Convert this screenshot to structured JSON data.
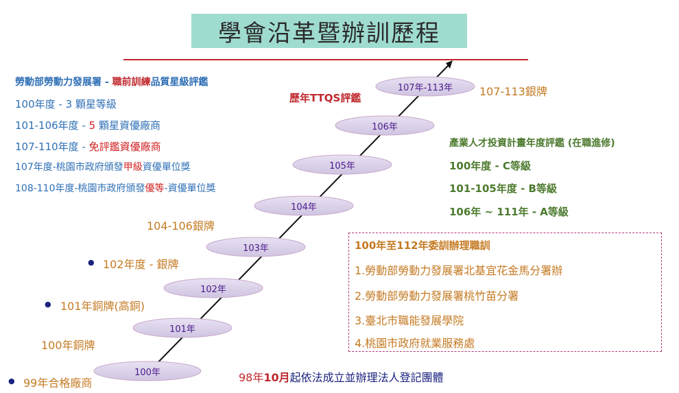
{
  "title": "學會沿革暨辦訓歷程",
  "ttqs_header": "歷年TTQS評鑑",
  "steps": [
    "100年",
    "101年",
    "102年",
    "103年",
    "104年",
    "105年",
    "106年",
    "107年-113年"
  ],
  "left_block": {
    "heading_a": "勞動部勞動力發展署 - ",
    "heading_b": "職前訓練",
    "heading_c": "品質星級評鑑",
    "lines": [
      {
        "a": "100年度 -  3 顆星等級",
        "b": "",
        "c": ""
      },
      {
        "a": "101-106年度 -  ",
        "b": "5",
        "c": " 顆星資優廠商"
      },
      {
        "a": "107-110年度 - ",
        "b": "免評鑑資優廠商",
        "c": ""
      },
      {
        "a": "107年度-桃園市政府頒發",
        "b": "甲級",
        "c": "資優單位獎"
      },
      {
        "a": "108-110年度-桃園市政府頒發",
        "b": "優等",
        "c": "-資優單位獎"
      }
    ]
  },
  "medals": {
    "m_104_106": "104-106銀牌",
    "m_102": "102年度 - 銀牌",
    "m_101": "101年銅牌(高銅)",
    "m_100": "100年銅牌",
    "m_99": "99年合格廠商",
    "m_107_113": "107-113銀牌"
  },
  "right_block": {
    "title": "產業人才投資計畫年度評鑑 (在職進修)",
    "lines": [
      "100年度 - C等級",
      "101-105年度 - B等級",
      "106年 ~ 111年 - A等級"
    ]
  },
  "trainer_box": {
    "title": "100年至112年委訓辦理職訓",
    "items": [
      "1.勞動部勞動力發展署北基宜花金馬分署辦",
      "2.勞動部勞動力發展署桃竹苗分署",
      "3.臺北市職能發展學院",
      "4.桃園市政府就業服務處"
    ]
  },
  "founding": {
    "a": "98年",
    "b": "10月",
    "c": "起依法成立並辦理法人登記團體"
  },
  "colors": {
    "oval_fill": "#ddd6ec",
    "oval_stroke": "#c9a7c9",
    "title_bg": "#9fdcd0",
    "accent_red": "#c0282d",
    "orange": "#c47a22",
    "blue": "#2e6fb5",
    "green": "#4c7a2e"
  }
}
